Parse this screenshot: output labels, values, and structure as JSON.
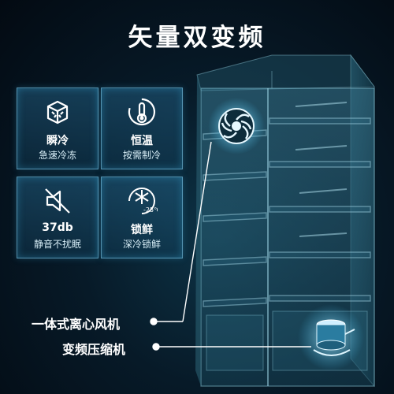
{
  "title": "矢量双变频",
  "features": [
    {
      "name": "瞬冷",
      "sub": "急速冷冻",
      "icon": "ice-cube-icon"
    },
    {
      "name": "恒温",
      "sub": "按需制冷",
      "icon": "thermometer-icon"
    },
    {
      "name": "37db",
      "sub": "静音不扰眠",
      "icon": "mute-speaker-icon"
    },
    {
      "name": "锁鲜",
      "sub": "深冷锁鲜",
      "icon": "snowflake-temp-icon",
      "badge": "-25℃"
    }
  ],
  "callouts": {
    "fan": "一体式离心风机",
    "compressor": "变频压缩机"
  },
  "colors": {
    "accent": "#7fd8ff",
    "background": "#071a28"
  }
}
